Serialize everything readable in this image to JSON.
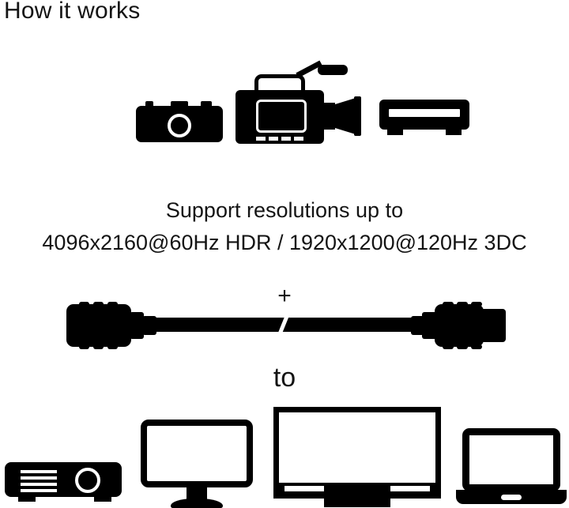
{
  "page": {
    "title": "How it works",
    "background_color": "#ffffff",
    "ink_color": "#000000"
  },
  "sources": {
    "label": "source devices",
    "items": [
      {
        "icon": "photo-camera-icon",
        "name": "Photo camera"
      },
      {
        "icon": "camcorder-icon",
        "name": "Camcorder"
      },
      {
        "icon": "media-player-icon",
        "name": "Media player"
      }
    ]
  },
  "spec": {
    "line1": "Support resolutions up to",
    "line2": "4096x2160@60Hz HDR / 1920x1200@120Hz 3DC"
  },
  "connector": {
    "plus": "+",
    "to": "to",
    "cable_icon": "hdmi-cable-icon",
    "cable_name": "HDMI cable"
  },
  "displays": {
    "label": "display devices",
    "items": [
      {
        "icon": "projector-icon",
        "name": "Projector"
      },
      {
        "icon": "monitor-icon",
        "name": "Desktop monitor"
      },
      {
        "icon": "television-icon",
        "name": "Flat screen TV"
      },
      {
        "icon": "laptop-icon",
        "name": "Laptop"
      }
    ]
  }
}
